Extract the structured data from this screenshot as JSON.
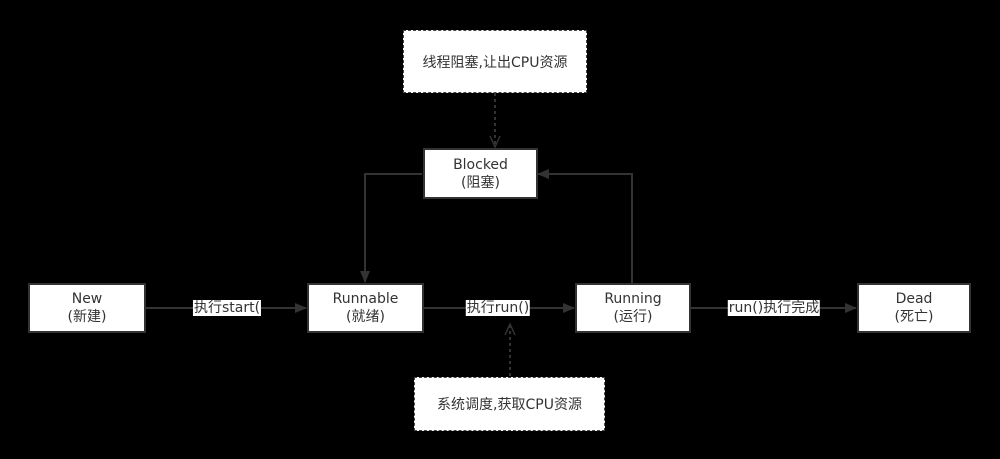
{
  "diagram": {
    "title": "Java线程状态转换",
    "colors": {
      "background": "#000000",
      "node_fill": "#ffffff",
      "stroke": "#333333",
      "text": "#333333"
    },
    "nodes": {
      "new": {
        "name": "New",
        "cn": "(新建)"
      },
      "runnable": {
        "name": "Runnable",
        "cn": "(就绪)"
      },
      "running": {
        "name": "Running",
        "cn": "(运行)"
      },
      "dead": {
        "name": "Dead",
        "cn": "(死亡)"
      },
      "blocked": {
        "name": "Blocked",
        "cn": "(阻塞)"
      }
    },
    "notes": {
      "top": "线程阻塞,让出CPU资源",
      "bottom": "系统调度,获取CPU资源"
    },
    "edges": [
      {
        "from": "new",
        "to": "runnable",
        "label": "执行start("
      },
      {
        "from": "runnable",
        "to": "running",
        "label": "执行run()"
      },
      {
        "from": "running",
        "to": "dead",
        "label": "run()执行完成"
      },
      {
        "from": "running",
        "to": "blocked",
        "label": ""
      },
      {
        "from": "blocked",
        "to": "runnable",
        "label": ""
      },
      {
        "from": "note-top",
        "to": "blocked",
        "label": "",
        "style": "dashed"
      },
      {
        "from": "note-bottom",
        "to": "runnable-running-edge",
        "label": "",
        "style": "dashed"
      }
    ]
  }
}
